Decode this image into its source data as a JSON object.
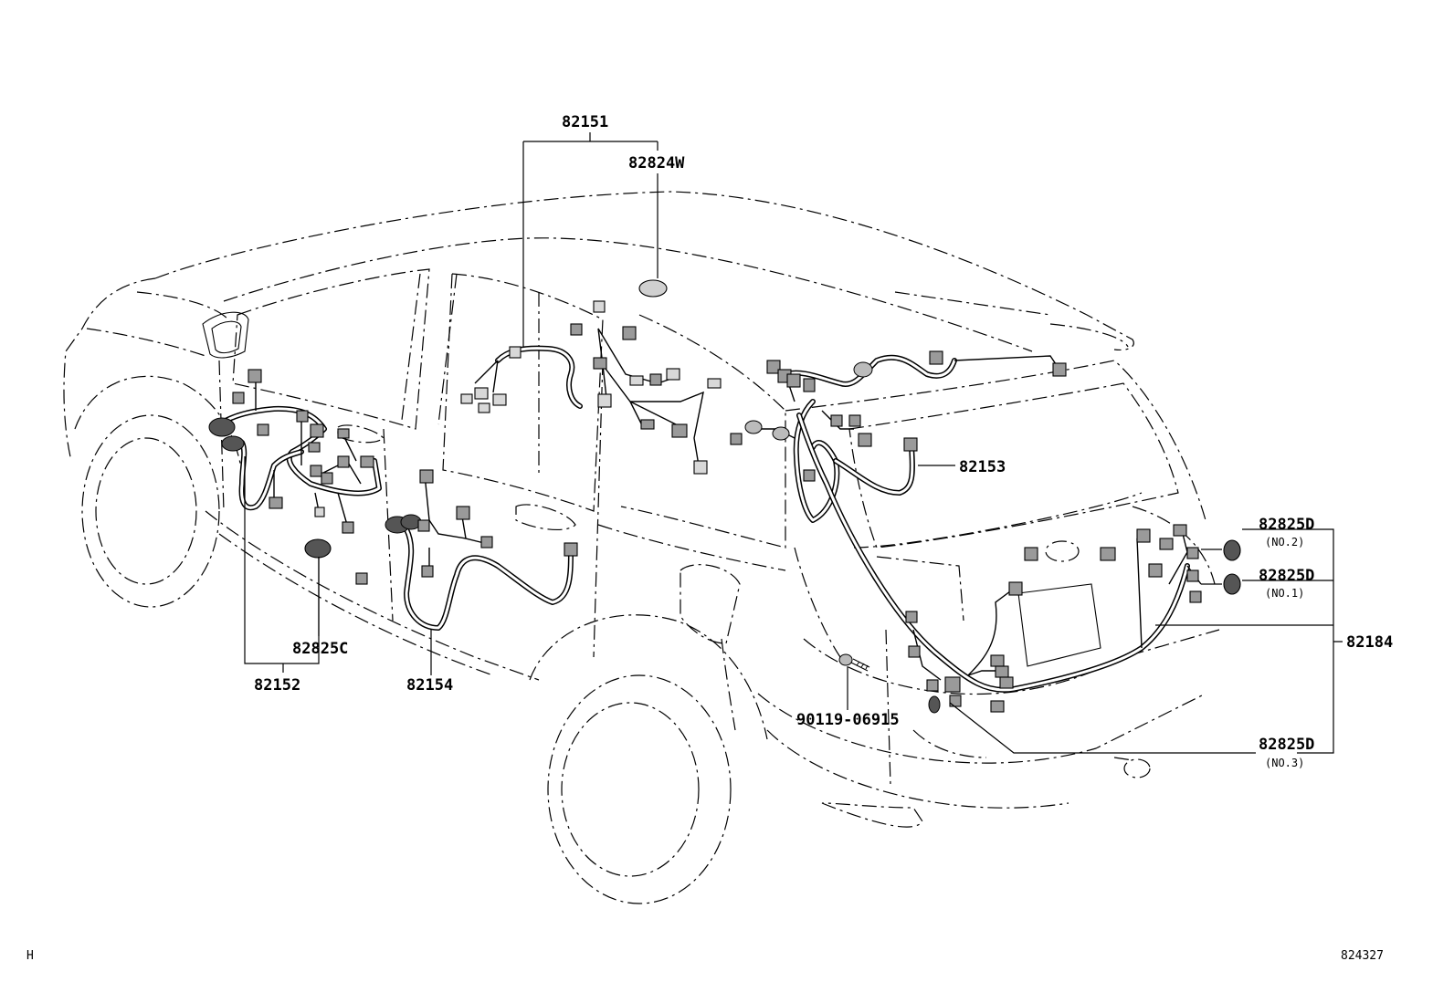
{
  "parts": {
    "p82151": "82151",
    "p82824w": "82824W",
    "p82153": "82153",
    "p82825d_no2": "82825D",
    "p82825d_no2_note": "(NO.2)",
    "p82825d_no1": "82825D",
    "p82825d_no1_note": "(NO.1)",
    "p82184": "82184",
    "p82825d_no3": "82825D",
    "p82825d_no3_note": "(NO.3)",
    "p90119": "90119-06915",
    "p82825c": "82825C",
    "p82152": "82152",
    "p82154": "82154"
  },
  "footer": {
    "section_letter": "H",
    "illustration_number": "824327"
  }
}
